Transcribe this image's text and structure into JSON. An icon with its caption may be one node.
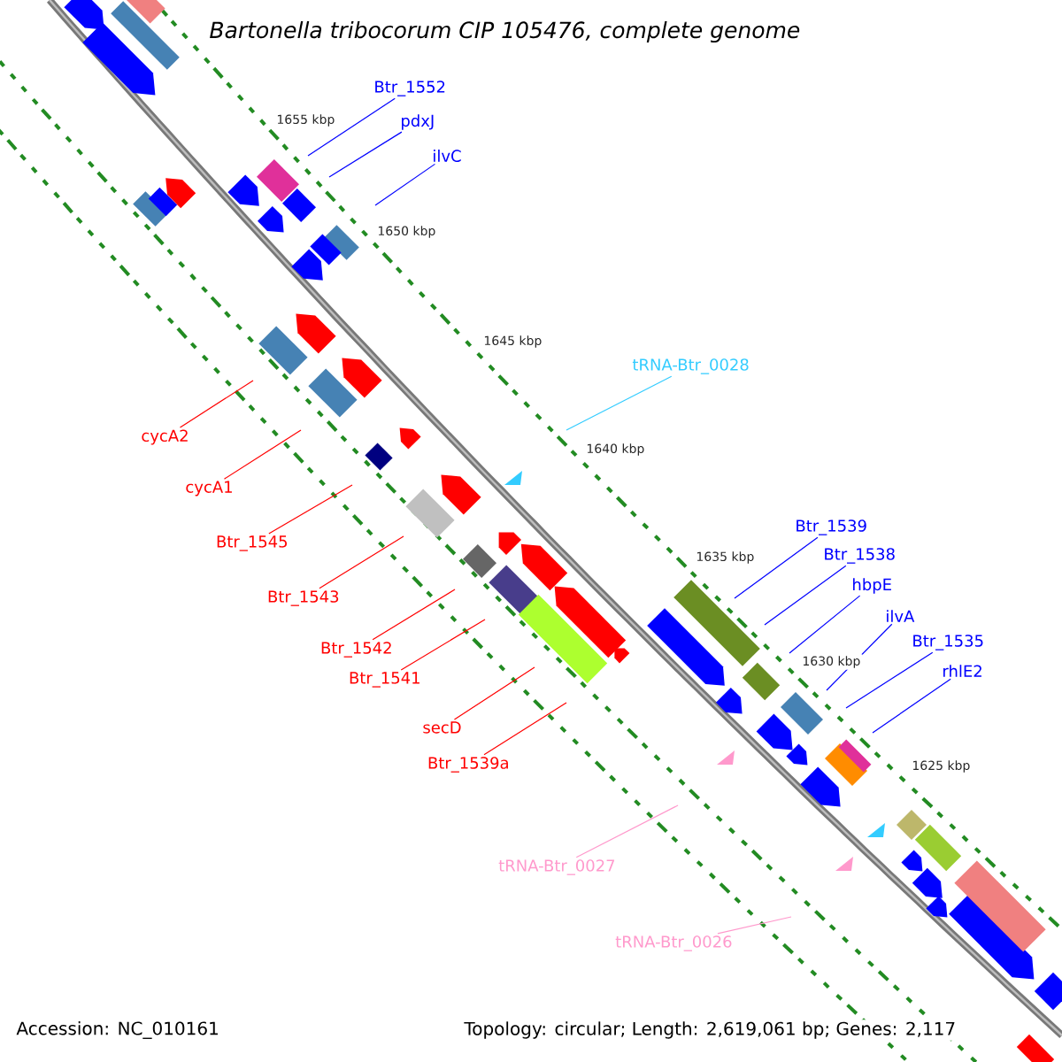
{
  "diagram": {
    "title": "Bartonella tribocorum CIP 105476, complete genome",
    "nodes": [
      {
        "text": [
          "Btr_1552"
        ]
      },
      {
        "text": [
          "pdxJ"
        ]
      },
      {
        "text": [
          "ilvC"
        ]
      },
      {
        "text": [
          "tRNA-Btr_0028"
        ]
      },
      {
        "text": [
          "Btr_1539"
        ]
      },
      {
        "text": [
          "Btr_1538"
        ]
      },
      {
        "text": [
          "hbpE"
        ]
      },
      {
        "text": [
          "ilvA"
        ]
      },
      {
        "text": [
          "Btr_1535"
        ]
      },
      {
        "text": [
          "rhlE2"
        ]
      },
      {
        "text": [
          "cycA2"
        ]
      },
      {
        "text": [
          "cycA1"
        ]
      },
      {
        "text": [
          "Btr_1545"
        ]
      },
      {
        "text": [
          "Btr_1543"
        ]
      },
      {
        "text": [
          "Btr_1542"
        ]
      },
      {
        "text": [
          "Btr_1541"
        ]
      },
      {
        "text": [
          "secD"
        ]
      },
      {
        "text": [
          "Btr_1539a"
        ]
      },
      {
        "text": [
          "tRNA-Btr_0027"
        ]
      },
      {
        "text": [
          "tRNA-Btr_0026"
        ]
      }
    ],
    "edges": [
      {
        "from": 0,
        "to": null,
        "arrow": "none",
        "color": "#0000ff"
      },
      {
        "from": 1,
        "to": null,
        "arrow": "none",
        "color": "#0000ff"
      },
      {
        "from": 2,
        "to": null,
        "arrow": "none",
        "color": "#0000ff"
      },
      {
        "from": 3,
        "to": null,
        "arrow": "none",
        "color": "#33ccff"
      },
      {
        "from": 4,
        "to": null,
        "arrow": "none",
        "color": "#0000ff"
      },
      {
        "from": 5,
        "to": null,
        "arrow": "none",
        "color": "#0000ff"
      },
      {
        "from": 6,
        "to": null,
        "arrow": "none",
        "color": "#0000ff"
      },
      {
        "from": 7,
        "to": null,
        "arrow": "none",
        "color": "#0000ff"
      },
      {
        "from": 8,
        "to": null,
        "arrow": "none",
        "color": "#0000ff"
      },
      {
        "from": 9,
        "to": null,
        "arrow": "none",
        "color": "#0000ff"
      },
      {
        "from": 10,
        "to": null,
        "arrow": "none",
        "color": "#ff0000"
      },
      {
        "from": 11,
        "to": null,
        "arrow": "none",
        "color": "#ff0000"
      },
      {
        "from": 12,
        "to": null,
        "arrow": "none",
        "color": "#ff0000"
      },
      {
        "from": 13,
        "to": null,
        "arrow": "none",
        "color": "#ff0000"
      },
      {
        "from": 14,
        "to": null,
        "arrow": "none",
        "color": "#ff0000"
      },
      {
        "from": 15,
        "to": null,
        "arrow": "none",
        "color": "#ff0000"
      },
      {
        "from": 16,
        "to": null,
        "arrow": "none",
        "color": "#ff0000"
      },
      {
        "from": 17,
        "to": null,
        "arrow": "none",
        "color": "#ff0000"
      },
      {
        "from": 18,
        "to": null,
        "arrow": "none",
        "color": "#ff99cc"
      },
      {
        "from": 19,
        "to": null,
        "arrow": "none",
        "color": "#ff99cc"
      }
    ],
    "labels": [
      "1655 kbp",
      "1650 kbp",
      "1645 kbp",
      "1640 kbp",
      "1635 kbp",
      "1630 kbp",
      "1625 kbp",
      "Accession: NC_010161",
      "Topology: circular; Length: 2,619,061 bp; Genes: 2,117"
    ]
  }
}
